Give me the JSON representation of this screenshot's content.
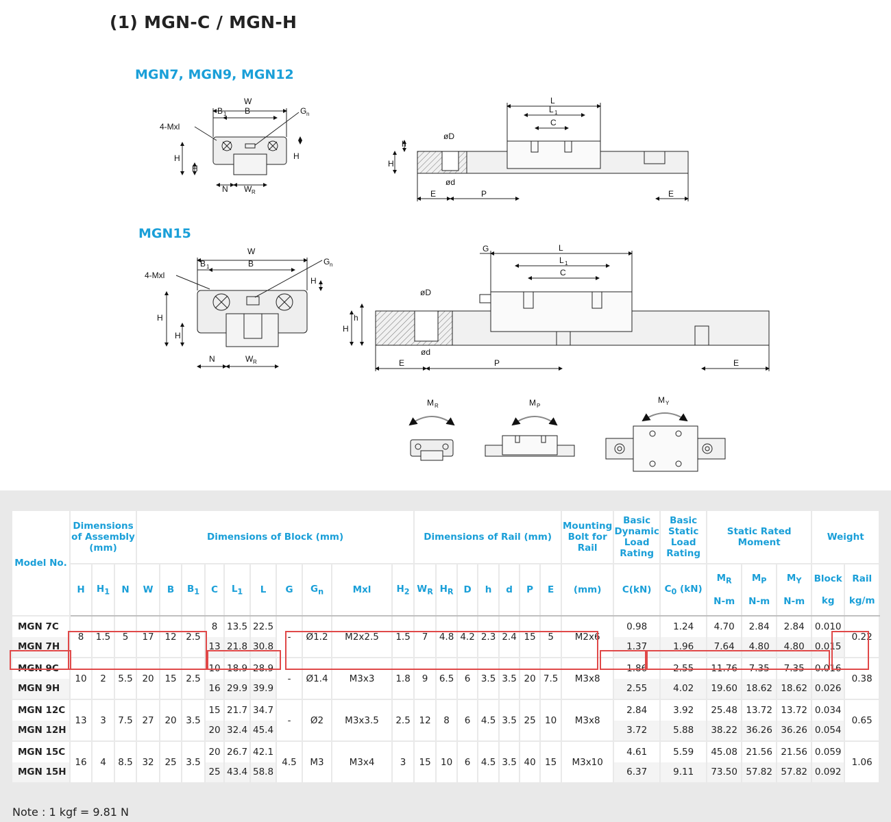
{
  "title": "(1) MGN-C / MGN-H",
  "section1": {
    "heading": "MGN7, MGN9, MGN12",
    "front_labels": {
      "W": "W",
      "B1": "B",
      "B1sub": "1",
      "B": "B",
      "Gn": "G",
      "Gnsub": "n",
      "Mxl": "4-Mxl",
      "H": "H",
      "H1": "H",
      "H1sub": "1",
      "H2": "H",
      "H2sub": "2",
      "N": "N",
      "WR": "W",
      "WRsub": "R"
    },
    "side_labels": {
      "L": "L",
      "L1": "L",
      "L1sub": "1",
      "C": "C",
      "h": "h",
      "HR": "H",
      "HRsub": "R",
      "D": "øD",
      "d": "ød",
      "E": "E",
      "P": "P",
      "E2": "E"
    }
  },
  "section2": {
    "heading": "MGN15",
    "front_labels": {
      "W": "W",
      "B1": "B",
      "B1sub": "1",
      "B": "B",
      "Gn": "G",
      "Gnsub": "n",
      "Mxl": "4-Mxl",
      "H": "H",
      "H1": "H",
      "H1sub": "1",
      "H2": "H",
      "H2sub": "2",
      "N": "N",
      "WR": "W",
      "WRsub": "R"
    },
    "side_labels": {
      "G": "G",
      "L": "L",
      "L1": "L",
      "L1sub": "1",
      "C": "C",
      "h": "h",
      "HR": "H",
      "HRsub": "R",
      "D": "øD",
      "d": "ød",
      "E": "E",
      "P": "P",
      "E2": "E"
    }
  },
  "moments": [
    {
      "label": "M",
      "sub": "R"
    },
    {
      "label": "M",
      "sub": "P"
    },
    {
      "label": "M",
      "sub": "Y"
    }
  ],
  "table": {
    "head": {
      "model_no": "Model No.",
      "assembly": "Dimensions of Assembly (mm)",
      "block": "Dimensions of Block (mm)",
      "rail": "Dimensions of Rail (mm)",
      "bolt": "Mounting Bolt for Rail",
      "dynamic": "Basic Dynamic Load Rating",
      "static": "Basic Static Load Rating",
      "moment": "Static Rated Moment",
      "weight": "Weight",
      "sub": {
        "H": "H",
        "H1": "H",
        "H1s": "1",
        "N": "N",
        "W": "W",
        "B": "B",
        "B1": "B",
        "B1s": "1",
        "C": "C",
        "L1": "L",
        "L1s": "1",
        "L": "L",
        "G": "G",
        "Gn": "G",
        "Gns": "n",
        "Mxl": "Mxl",
        "H2": "H",
        "H2s": "2",
        "WR": "W",
        "WRs": "R",
        "HR": "H",
        "HRs": "R",
        "D": "D",
        "h": "h",
        "d": "d",
        "P": "P",
        "E": "E",
        "bolt_unit": "(mm)",
        "dyn_unit": "C(kN)",
        "stat_unit": "C",
        "stat_units": "0",
        "stat_unit2": " (kN)",
        "MR": "M",
        "MRs": "R",
        "MP": "M",
        "MPs": "P",
        "MY": "M",
        "MYs": "Y",
        "nm": "N-m",
        "block": "Block",
        "kg": "kg",
        "railw": "Rail",
        "kgm": "kg/m"
      }
    },
    "groups": [
      {
        "H": "8",
        "H1": "1.5",
        "N": "5",
        "W": "17",
        "B": "12",
        "B1": "2.5",
        "G": "-",
        "Gn": "Ø1.2",
        "Mxl": "M2x2.5",
        "H2": "1.5",
        "WR": "7",
        "HR": "4.8",
        "D": "4.2",
        "h": "2.3",
        "d": "2.4",
        "P": "15",
        "E": "5",
        "bolt": "M2x6",
        "rail_weight": "0.22",
        "rows": [
          {
            "model": "MGN 7C",
            "C": "8",
            "L1": "13.5",
            "L": "22.5",
            "Cdyn": "0.98",
            "C0": "1.24",
            "MR": "4.70",
            "MP": "2.84",
            "MY": "2.84",
            "block": "0.010"
          },
          {
            "model": "MGN 7H",
            "C": "13",
            "L1": "21.8",
            "L": "30.8",
            "Cdyn": "1.37",
            "C0": "1.96",
            "MR": "7.64",
            "MP": "4.80",
            "MY": "4.80",
            "block": "0.015"
          }
        ]
      },
      {
        "H": "10",
        "H1": "2",
        "N": "5.5",
        "W": "20",
        "B": "15",
        "B1": "2.5",
        "G": "-",
        "Gn": "Ø1.4",
        "Mxl": "M3x3",
        "H2": "1.8",
        "WR": "9",
        "HR": "6.5",
        "D": "6",
        "h": "3.5",
        "d": "3.5",
        "P": "20",
        "E": "7.5",
        "bolt": "M3x8",
        "rail_weight": "0.38",
        "rows": [
          {
            "model": "MGN 9C",
            "C": "10",
            "L1": "18.9",
            "L": "28.9",
            "Cdyn": "1.86",
            "C0": "2.55",
            "MR": "11.76",
            "MP": "7.35",
            "MY": "7.35",
            "block": "0.016"
          },
          {
            "model": "MGN 9H",
            "C": "16",
            "L1": "29.9",
            "L": "39.9",
            "Cdyn": "2.55",
            "C0": "4.02",
            "MR": "19.60",
            "MP": "18.62",
            "MY": "18.62",
            "block": "0.026"
          }
        ]
      },
      {
        "H": "13",
        "H1": "3",
        "N": "7.5",
        "W": "27",
        "B": "20",
        "B1": "3.5",
        "G": "-",
        "Gn": "Ø2",
        "Mxl": "M3x3.5",
        "H2": "2.5",
        "WR": "12",
        "HR": "8",
        "D": "6",
        "h": "4.5",
        "d": "3.5",
        "P": "25",
        "E": "10",
        "bolt": "M3x8",
        "rail_weight": "0.65",
        "rows": [
          {
            "model": "MGN 12C",
            "C": "15",
            "L1": "21.7",
            "L": "34.7",
            "Cdyn": "2.84",
            "C0": "3.92",
            "MR": "25.48",
            "MP": "13.72",
            "MY": "13.72",
            "block": "0.034"
          },
          {
            "model": "MGN 12H",
            "C": "20",
            "L1": "32.4",
            "L": "45.4",
            "Cdyn": "3.72",
            "C0": "5.88",
            "MR": "38.22",
            "MP": "36.26",
            "MY": "36.26",
            "block": "0.054"
          }
        ]
      },
      {
        "H": "16",
        "H1": "4",
        "N": "8.5",
        "W": "32",
        "B": "25",
        "B1": "3.5",
        "G": "4.5",
        "Gn": "M3",
        "Mxl": "M3x4",
        "H2": "3",
        "WR": "15",
        "HR": "10",
        "D": "6",
        "h": "4.5",
        "d": "3.5",
        "P": "40",
        "E": "15",
        "bolt": "M3x10",
        "rail_weight": "1.06",
        "rows": [
          {
            "model": "MGN 15C",
            "C": "20",
            "L1": "26.7",
            "L": "42.1",
            "Cdyn": "4.61",
            "C0": "5.59",
            "MR": "45.08",
            "MP": "21.56",
            "MY": "21.56",
            "block": "0.059"
          },
          {
            "model": "MGN 15H",
            "C": "25",
            "L1": "43.4",
            "L": "58.8",
            "Cdyn": "6.37",
            "C0": "9.11",
            "MR": "73.50",
            "MP": "57.82",
            "MY": "57.82",
            "block": "0.092"
          }
        ]
      }
    ]
  },
  "note": "Note : 1 kgf = 9.81 N",
  "colors": {
    "accent": "#1a9fd8",
    "highlight": "#e04848",
    "band": "#e9e9e9"
  }
}
